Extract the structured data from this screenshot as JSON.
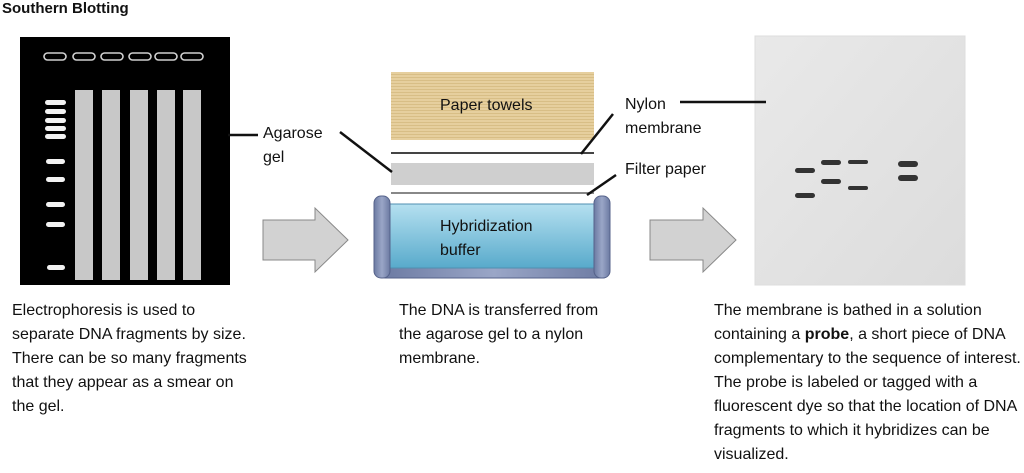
{
  "title": "Southern Blotting",
  "labels": {
    "agarose_gel": [
      "Agarose",
      "gel"
    ],
    "paper_towels": "Paper towels",
    "nylon_membrane": [
      "Nylon",
      "membrane"
    ],
    "filter_paper": "Filter paper",
    "hybridization_buffer": [
      "Hybridization",
      "buffer"
    ]
  },
  "captions": {
    "step1": "Electrophoresis is used to separate DNA fragments by size. There can be so many fragments that they appear as a smear on the gel.",
    "step2": "The DNA is transferred from the agarose gel to a nylon membrane.",
    "step3_before": "The membrane is bathed in a solution containing a ",
    "step3_bold": "probe",
    "step3_after": ", a short piece of DNA complementary to the sequence of interest. The probe is labeled or tagged with a fluorescent dye so that the location of DNA fragments to which it hybridizes can be visualized."
  },
  "colors": {
    "gel_background": "#000000",
    "lane": "#c8c8c8",
    "paper_towels": "#e8d3a6",
    "buffer": "#7cc3df",
    "membrane": "#e6e6e6",
    "band": "#333333",
    "arrow": "#d2d2d2"
  }
}
